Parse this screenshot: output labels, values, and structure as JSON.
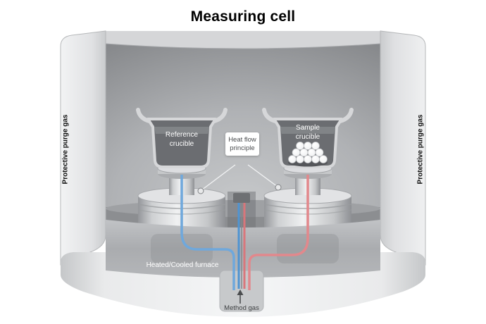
{
  "title": "Measuring cell",
  "side_labels": {
    "left": "Protective purge gas",
    "right": "Protective purge gas"
  },
  "labels": {
    "reference_crucible": "Reference crucible",
    "sample_crucible": "Sample crucible",
    "heat_flow_principle": "Heat flow principle",
    "furnace": "Heated/Cooled furnace",
    "method_gas": "Method gas"
  },
  "colors": {
    "cold_gas_tube": "#6fa8dc",
    "hot_gas_tube": "#e2888c",
    "crucible_dark": "#6b6d71",
    "body_silver": "#e9eaeb",
    "chamber_gray": "#9b9da0"
  }
}
